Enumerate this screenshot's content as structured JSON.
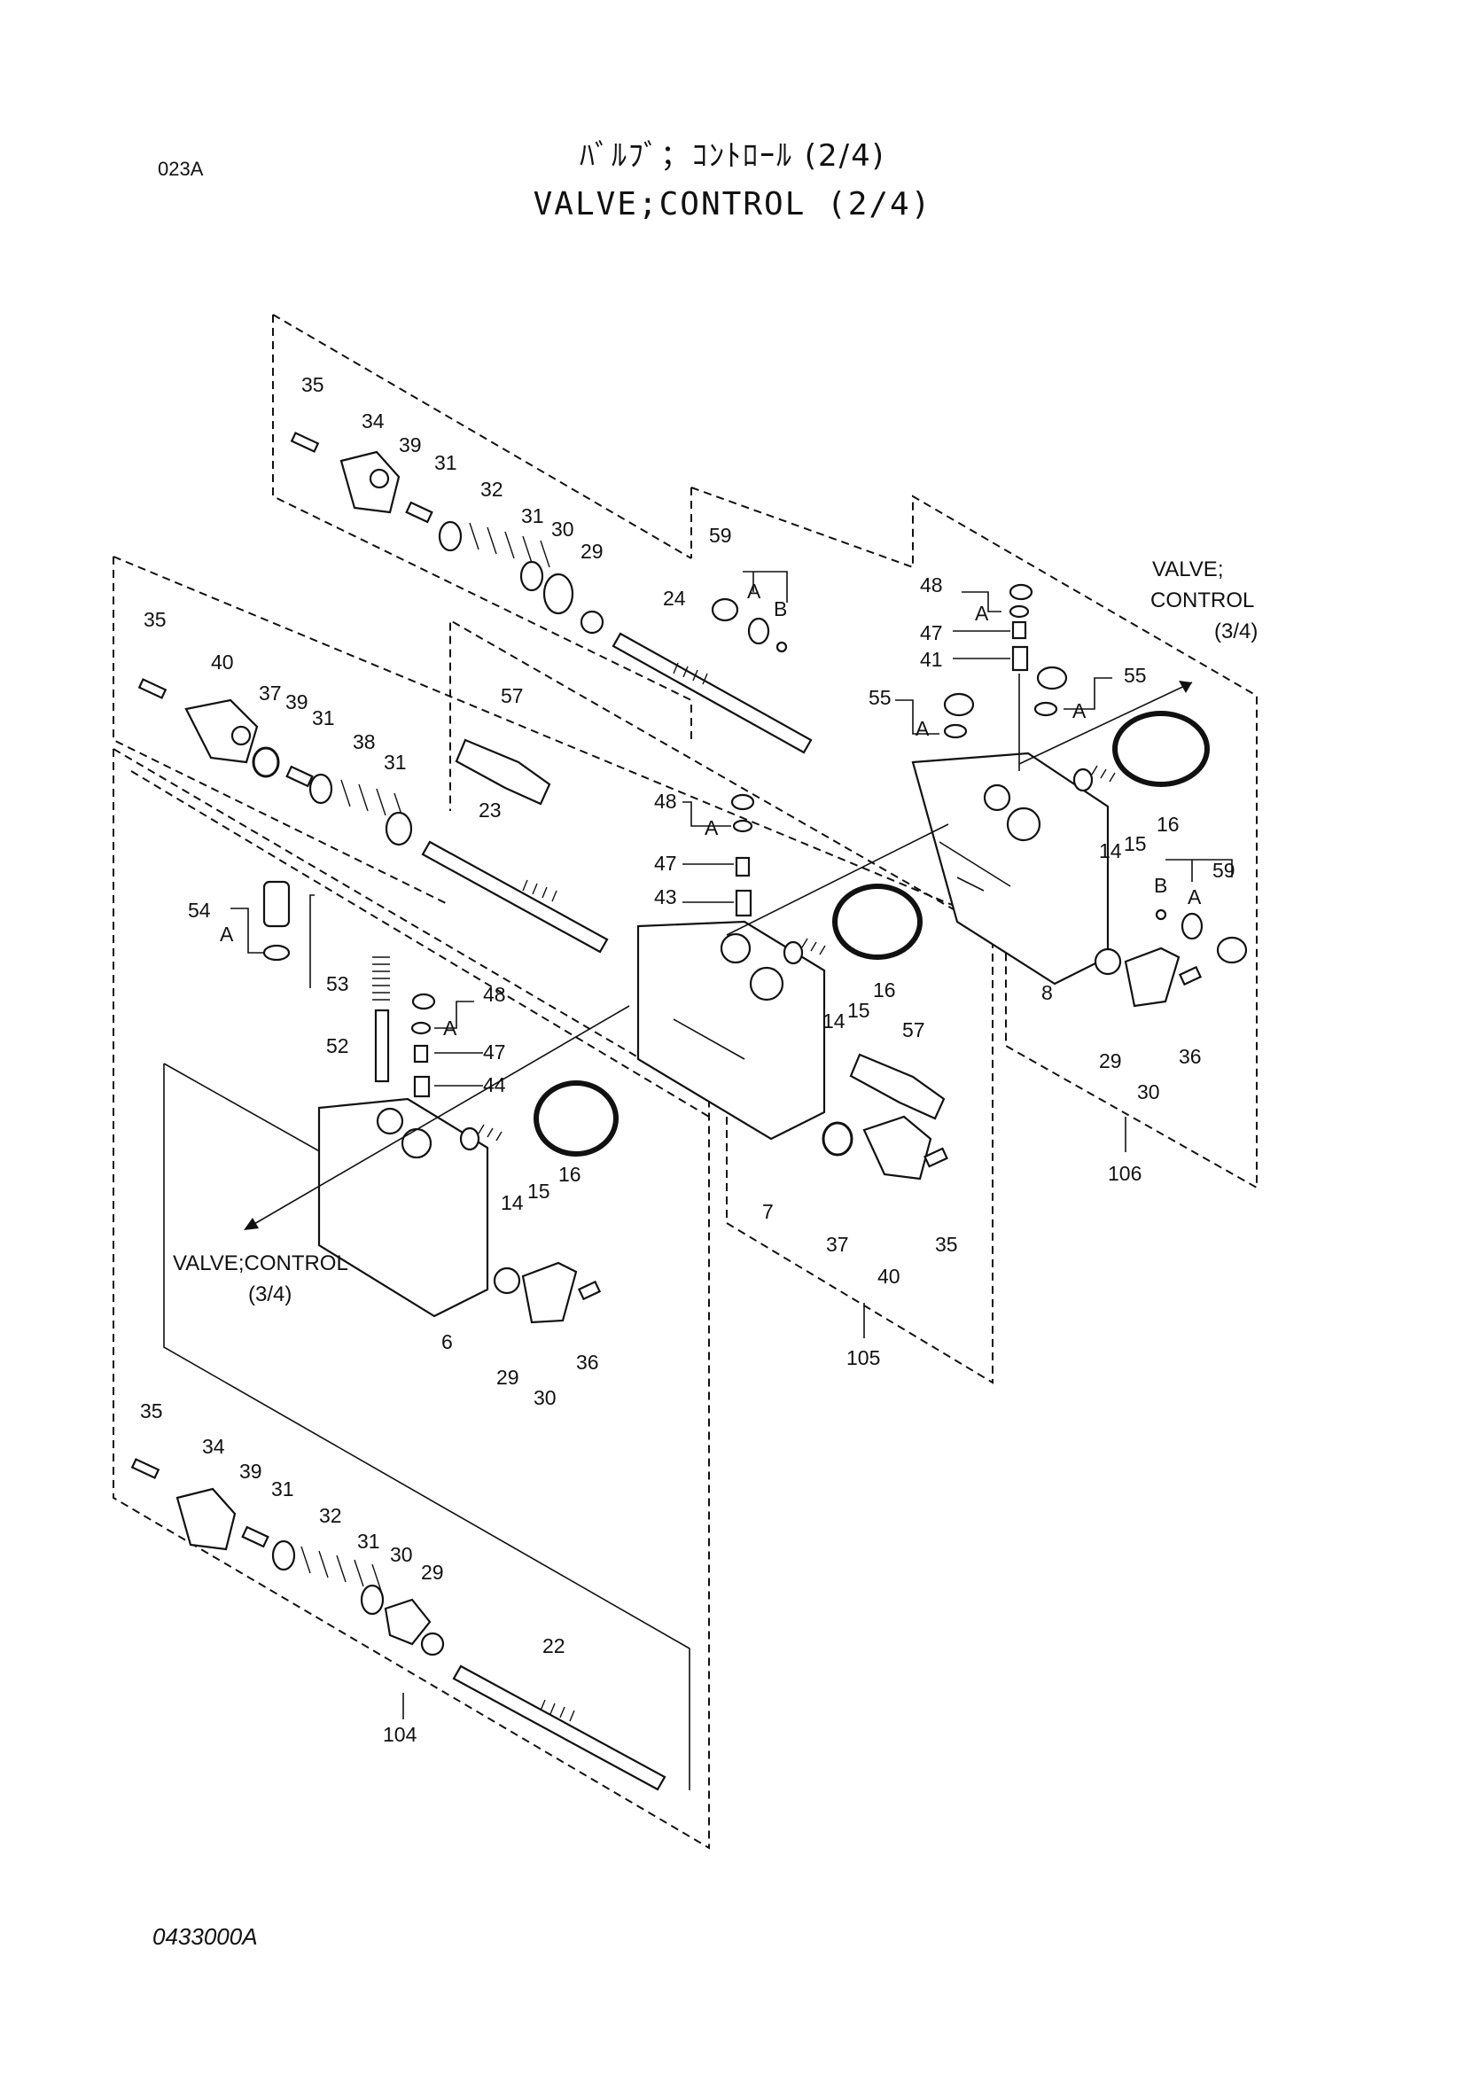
{
  "header": {
    "page_code": "023A",
    "title_jp": "ﾊﾞﾙﾌﾞ；ｺﾝﾄﾛｰﾙ (2/4)",
    "title_en": "VALVE;CONTROL (2/4)"
  },
  "footer": {
    "drawing_code": "0433000A"
  },
  "callouts": {
    "valve_control_34_line1": "VALVE;",
    "valve_control_34_line2": "CONTROL",
    "valve_control_34_line3": "(3/4)",
    "valve_control_34_left_line1": "VALVE;CONTROL",
    "valve_control_34_left_line2": "(3/4)"
  },
  "labels": {
    "top_group": [
      "35",
      "34",
      "39",
      "31",
      "32",
      "31",
      "30",
      "29"
    ],
    "spool_24": "24",
    "group_59_top": [
      "59",
      "A",
      "B"
    ],
    "group_48_right": [
      "48",
      "A",
      "47",
      "41"
    ],
    "group_55_left": [
      "55",
      "A"
    ],
    "group_55_right": [
      "55",
      "A"
    ],
    "right_block": [
      "14",
      "15",
      "16",
      "8"
    ],
    "group_59_right": [
      "B",
      "A",
      "59"
    ],
    "right_cover": [
      "29",
      "36",
      "30"
    ],
    "assy_106": "106",
    "left_group": [
      "35",
      "40",
      "37",
      "39",
      "31",
      "38",
      "31"
    ],
    "plug_57_upper": "57",
    "spool_23": "23",
    "group_48_mid": [
      "48",
      "A",
      "47",
      "43"
    ],
    "mid_block": [
      "14",
      "15",
      "16",
      "7"
    ],
    "plug_57_mid": "57",
    "mid_cover": [
      "37",
      "40",
      "35"
    ],
    "assy_105": "105",
    "group_54": [
      "54",
      "A"
    ],
    "group_53_52": [
      "53",
      "52"
    ],
    "group_48_low": [
      "48",
      "A",
      "47",
      "44"
    ],
    "low_block": [
      "14",
      "15",
      "16",
      "6"
    ],
    "low_cover": [
      "29",
      "30",
      "36"
    ],
    "bottom_group": [
      "35",
      "34",
      "39",
      "31",
      "32",
      "31",
      "30",
      "29"
    ],
    "spool_22": "22",
    "assy_104": "104"
  }
}
